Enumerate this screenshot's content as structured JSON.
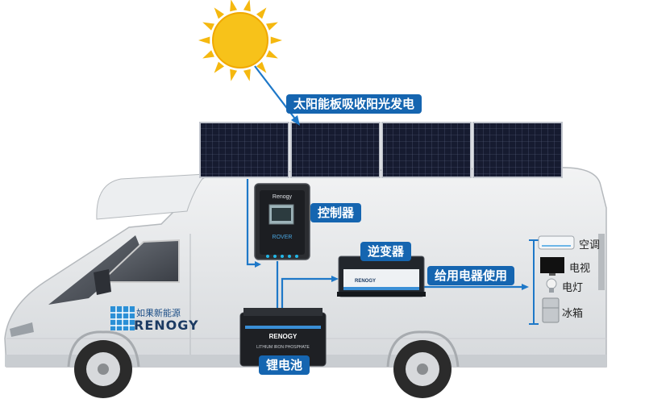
{
  "labels": {
    "sun_absorb": "太阳能板吸收阳光发电",
    "controller": "控制器",
    "inverter": "逆变器",
    "supply": "给用电器使用",
    "battery": "锂电池"
  },
  "appliances": [
    {
      "label": "空调",
      "icon": "air-conditioner-icon"
    },
    {
      "label": "电视",
      "icon": "tv-icon"
    },
    {
      "label": "电灯",
      "icon": "lightbulb-icon"
    },
    {
      "label": "冰箱",
      "icon": "fridge-icon"
    }
  ],
  "brand": {
    "cn": "如果新能源",
    "en": "RENOGY"
  },
  "device_text": {
    "controller_logo": "Renogy",
    "controller_model": "ROVER",
    "inverter_logo": "RENOGY",
    "battery_logo": "RENOGY",
    "battery_type": "LITHIUM IRON PHOSPHATE"
  },
  "colors": {
    "sun": "#f7c21a",
    "label_bg": "#1565b0",
    "wire": "#1e78c8",
    "rv_body": "#e6e8ea",
    "solar_panel": "#14182a"
  }
}
